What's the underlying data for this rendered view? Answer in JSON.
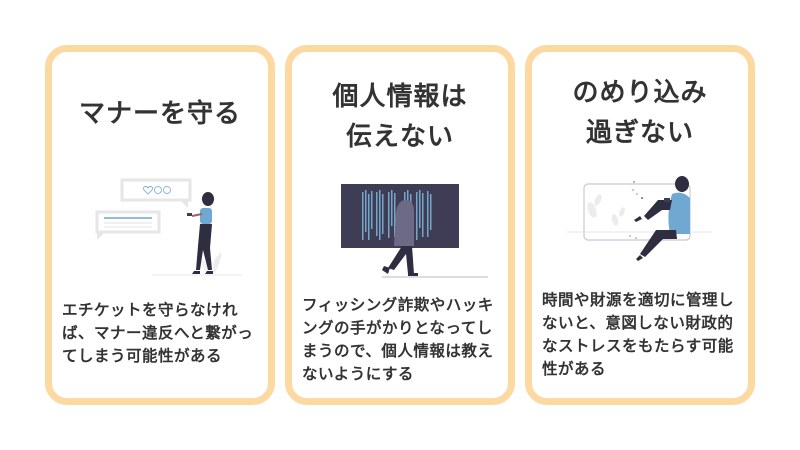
{
  "theme": {
    "card_border": "#fcd9a0",
    "text": "#333333",
    "illustration_dark": "#3f3d56",
    "illustration_blue": "#6fa8d0"
  },
  "cards": [
    {
      "title": "マナーを守る",
      "illustration": "woman-phone-chat-bubbles-illustration",
      "illustration_icons": [
        "heart-icon",
        "smile-face-icon",
        "surprised-face-icon"
      ],
      "body": "エチケットを守らなければ、マナー違反へと繋がってしまう可能性がある"
    },
    {
      "title": "個人情報は\n伝えない",
      "illustration": "hooded-hacker-code-screen-illustration",
      "body": "フィッシング詐欺やハッキングの手がかりとなってしまうので、個人情報は教えないようにする"
    },
    {
      "title": "のめり込み\n過ぎない",
      "illustration": "woman-sitting-phone-illustration",
      "body": "時間や財源を適切に管理しないと、意図しない財政的なストレスをもたらす可能性がある"
    }
  ]
}
